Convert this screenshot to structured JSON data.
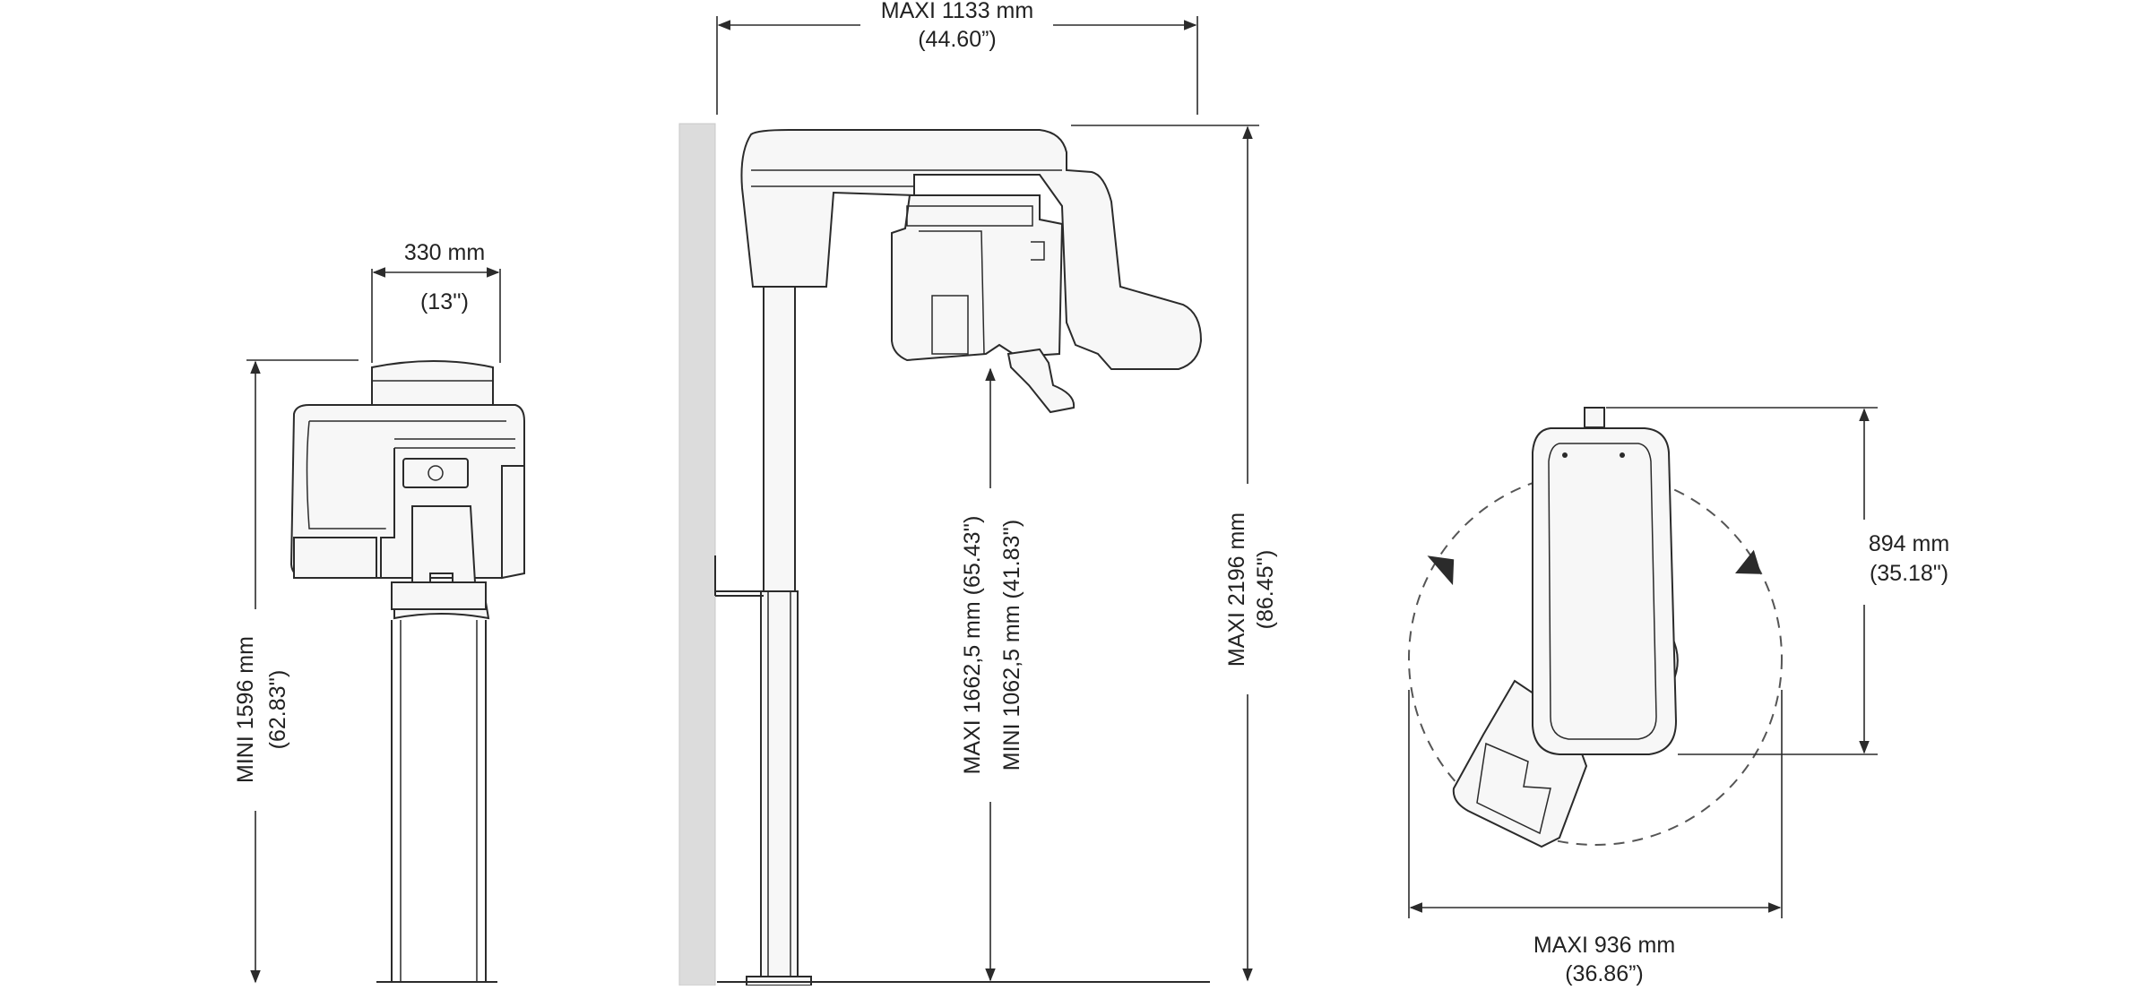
{
  "front_view": {
    "width_mm": "330 mm",
    "width_in": "(13'')",
    "height_mm": "MINI 1596 mm",
    "height_in": "(62.83'')"
  },
  "side_view": {
    "width_mm": "MAXI 1133 mm",
    "width_in": "(44.60”)",
    "height_mm": "MAXI 2196 mm",
    "height_in": "(86.45'')",
    "chin_max": "MAXI 1662,5 mm (65.43'')",
    "chin_min": "MINI 1062,5 mm (41.83'')"
  },
  "top_view": {
    "depth_mm": "894 mm",
    "depth_in": "(35.18\")",
    "width_mm": "MAXI 936 mm",
    "width_in": "(36.86”)"
  },
  "colors": {
    "line": "#2b2b2b",
    "wall": "#dcdcdc",
    "fill": "#f7f7f7"
  }
}
